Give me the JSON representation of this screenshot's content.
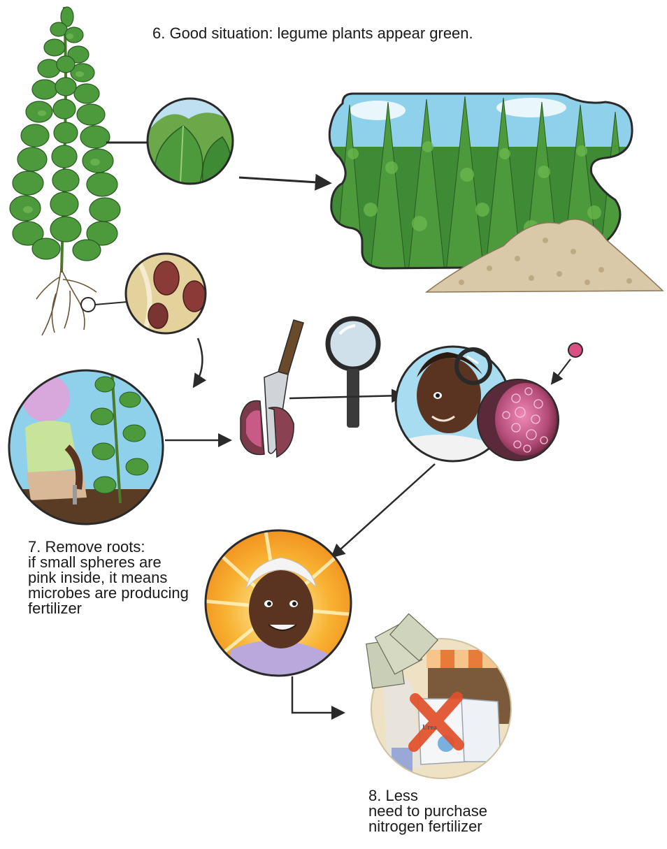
{
  "captions": {
    "step6": "6. Good situation: legume plants appear green.",
    "step7": [
      "7. Remove roots:",
      "if small spheres are",
      "pink inside, it means",
      "microbes are producing",
      "fertilizer"
    ],
    "step8": [
      "8. Less",
      "need to purchase",
      "nitrogen fertilizer"
    ]
  },
  "bag_label": "Urea",
  "colors": {
    "leaf": "#4c9a3c",
    "leaf_dark": "#2f6e2a",
    "sky": "#8fd0ea",
    "nodule": "#7a3a4a",
    "nodule_pink": "#c85a86",
    "skin": "#5a3420",
    "cross": "#e2502a",
    "arrow": "#2a2a2a"
  }
}
